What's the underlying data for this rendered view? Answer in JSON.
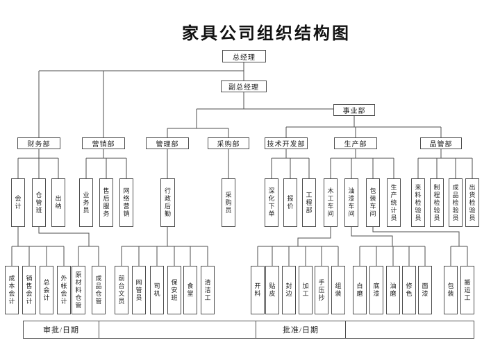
{
  "title": "家具公司组织结构图",
  "nodes": {
    "general_manager": "总经理",
    "deputy_general_manager": "副总经理",
    "business_division": "事业部",
    "finance_dept": "财务部",
    "marketing_dept": "营销部",
    "management_dept": "管理部",
    "purchasing_dept": "采购部",
    "tech_dev_dept": "技术开发部",
    "production_dept": "生产部",
    "quality_dept": "品管部",
    "accountant": "会计",
    "warehouse_team": "仓管班",
    "cashier": "出纳",
    "salesperson": "业务员",
    "after_sales": "售后服务",
    "online_marketing": "网络营销",
    "admin_logistics": "行政后勤",
    "purchaser": "采购员",
    "order_detailing": "深化下单",
    "quotation": "报价",
    "engineering_dept": "工程部",
    "woodwork_shop": "木工车间",
    "paint_shop": "油漆车间",
    "packaging_shop": "包装车间",
    "production_statistician": "生产统计员",
    "incoming_inspector": "来料检验员",
    "process_inspector": "制程检验员",
    "finished_inspector": "成品检验员",
    "shipping_inspector": "出货检验员",
    "cost_accountant": "成本会计",
    "sales_accountant": "销售会计",
    "chief_accountant": "总会计",
    "external_accountant": "外帐会计",
    "raw_material_warehouse": "原材料仓管",
    "finished_goods_warehouse": "成品仓管",
    "front_desk_clerk": "前台文员",
    "network_admin": "网管员",
    "driver": "司机",
    "security_team": "保安班",
    "canteen": "食堂",
    "cleaner": "清洁工",
    "cutting": "开料",
    "veneering": "贴皮",
    "edge_banding": "封边",
    "machining": "加工",
    "hand_press": "手压抄",
    "assembly": "组装",
    "white_sanding": "白磨",
    "primer": "底漆",
    "oil_sanding": "油磨",
    "color_touchup": "修色",
    "topcoat": "面漆",
    "packing": "包装",
    "porter": "搬运工"
  },
  "footer": {
    "review_date": "审批/日期",
    "approve_date": "批准/日期"
  },
  "colors": {
    "line": "#4d4d4d",
    "background": "#ffffff",
    "text": "#1a1a1a"
  }
}
